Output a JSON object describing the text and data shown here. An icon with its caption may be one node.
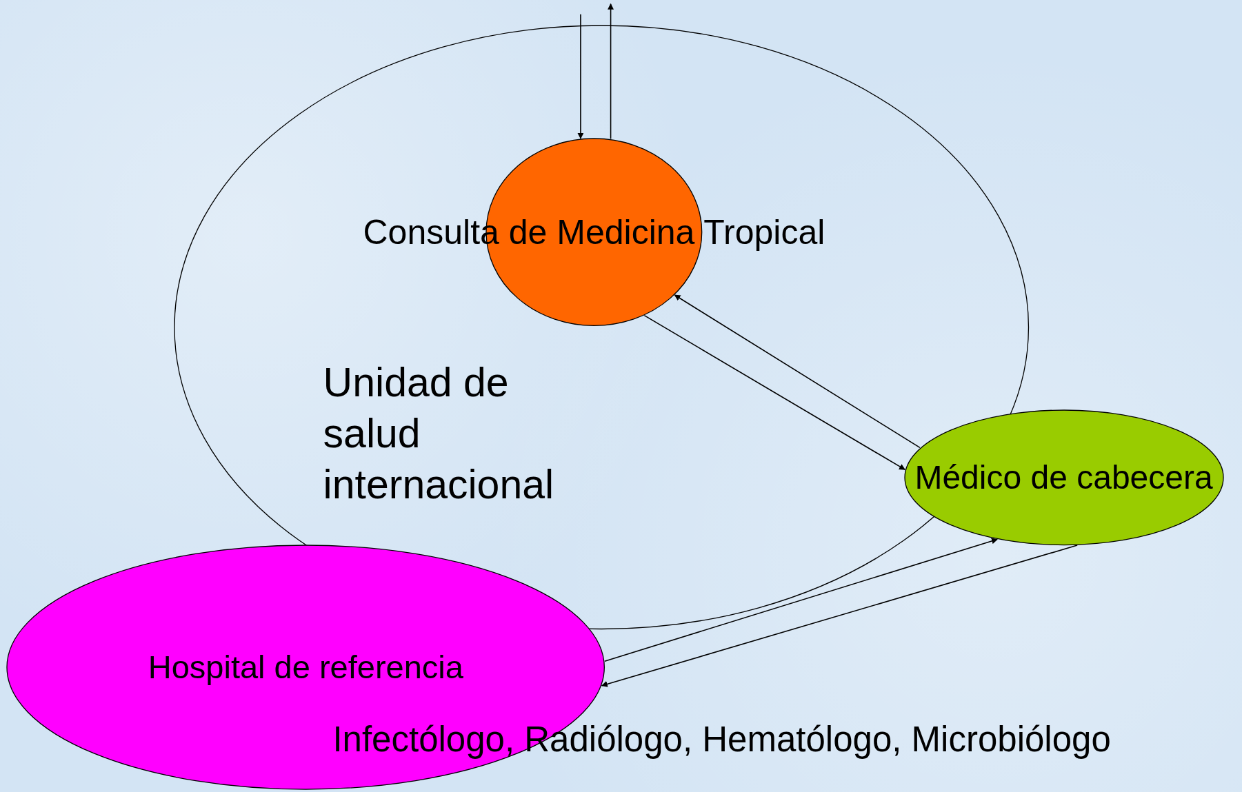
{
  "diagram": {
    "nodes": [
      {
        "text": [
          "Unidad de salud internacional"
        ]
      },
      {
        "text": [
          "Consulta de Medicina Tropical"
        ],
        "in": 0
      },
      {
        "text": [
          "Médico de cabecera"
        ]
      },
      {
        "text": [
          "Hospital de referencia"
        ]
      }
    ],
    "edges": [
      {
        "from": null,
        "to": 1,
        "arrow": "to"
      },
      {
        "from": 1,
        "to": null,
        "arrow": "to"
      },
      {
        "from": 2,
        "to": 1,
        "arrow": "to"
      },
      {
        "from": 1,
        "to": 2,
        "arrow": "to"
      },
      {
        "from": 3,
        "to": 2,
        "arrow": "to"
      },
      {
        "from": 2,
        "to": 3,
        "arrow": "to"
      }
    ],
    "labels": [
      "Infectólogo, Radiólogo, Hematólogo, Microbiólogo"
    ]
  }
}
